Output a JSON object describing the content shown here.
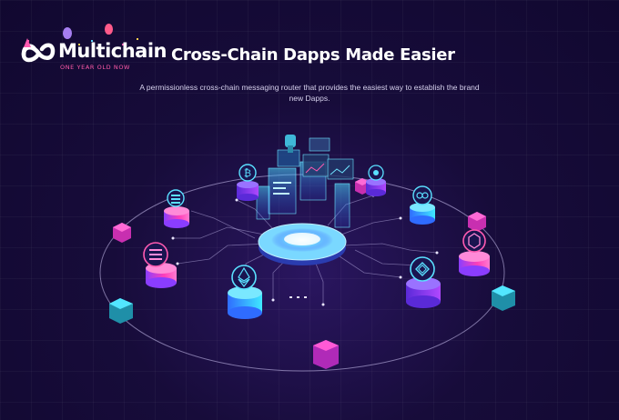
{
  "brand": {
    "name": "Multichain",
    "tagline": "ONE YEAR OLD NOW"
  },
  "hero": {
    "title": "Cross-Chain Dapps Made Easier",
    "subtitle": "A permissionless cross-chain messaging router that provides the easiest way to establish the brand new Dapps."
  },
  "colors": {
    "background": "#160b36",
    "accent_pink": "#ff3fb8",
    "accent_cyan": "#3fe8ff",
    "accent_purple": "#8a3dff"
  },
  "illustration": {
    "nodes": [
      "bitcoin-node",
      "ethereum-node",
      "binance-node",
      "chainlink-node",
      "litecoin-node",
      "polygon-node",
      "solana-node"
    ]
  }
}
